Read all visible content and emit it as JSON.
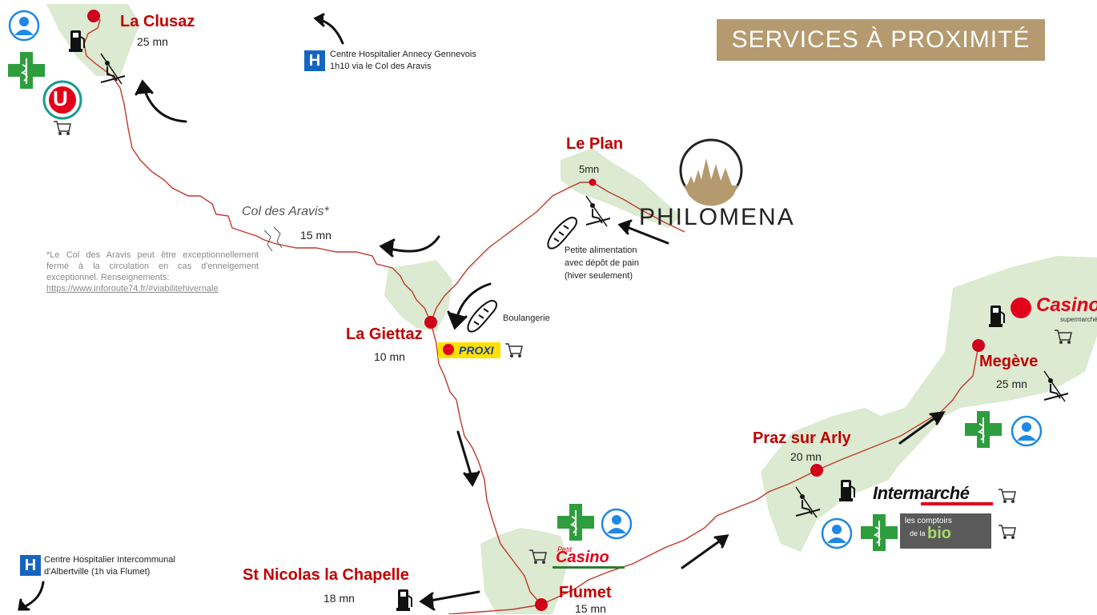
{
  "title": "SERVICES À PROXIMITÉ",
  "brand_logo": "PHILOMENA",
  "colors": {
    "title_bg": "#b49a6e",
    "town_label": "#c00000",
    "route": "#c0392b",
    "area_fill": "#dbead0",
    "pharmacy_green": "#2e9d3e",
    "doctor_blue": "#1e88e5",
    "hospital_blue": "#1565c0"
  },
  "towns": [
    {
      "name": "La Clusaz",
      "duration": "25 mn"
    },
    {
      "name": "Le Plan",
      "duration": "5mn"
    },
    {
      "name": "La Giettaz",
      "duration": "10 mn"
    },
    {
      "name": "St Nicolas la Chapelle",
      "duration": "18 mn"
    },
    {
      "name": "Flumet",
      "duration": "15 mn"
    },
    {
      "name": "Praz sur Arly",
      "duration": "20 mn"
    },
    {
      "name": "Megève",
      "duration": "25 mn"
    }
  ],
  "col": {
    "name": "Col des Aravis*",
    "duration": "15 mn"
  },
  "note": {
    "text": "*Le Col des Aravis peut être exceptionnellement fermé à la circulation en cas d'enneigement exceptionnel. Renseignements:",
    "link": "https://www.inforoute74.fr/#viabilitehivernale"
  },
  "hospitals": [
    {
      "letter": "H",
      "line1": "Centre Hospitalier Annecy Gennevois",
      "line2": "1h10 via le Col des Aravis"
    },
    {
      "letter": "H",
      "line1": "Centre Hospitalier Intercommunal",
      "line2": "d'Albertville (1h via Flumet)"
    }
  ],
  "le_plan_shop": {
    "line1": "Petite alimentation",
    "line2": "avec dépôt de pain",
    "line3": "(hiver seulement)"
  },
  "bakery_label": "Boulangerie",
  "stores": {
    "proxi": "PROXI",
    "u": "U",
    "casino_super": "Casino",
    "casino_super_sub": "supermarchés",
    "petit_casino_small": "Petit",
    "petit_casino": "Casino",
    "intermarche": "Intermarché",
    "comptoirs_top": "les comptoirs",
    "comptoirs_mid": "de la",
    "comptoirs_bio": "bio"
  },
  "icons": [
    "doctor-icon",
    "pharmacy-icon",
    "cart-icon",
    "ski-lift-icon",
    "fuel-icon",
    "bread-icon",
    "hospital-icon",
    "arrow-icon"
  ]
}
